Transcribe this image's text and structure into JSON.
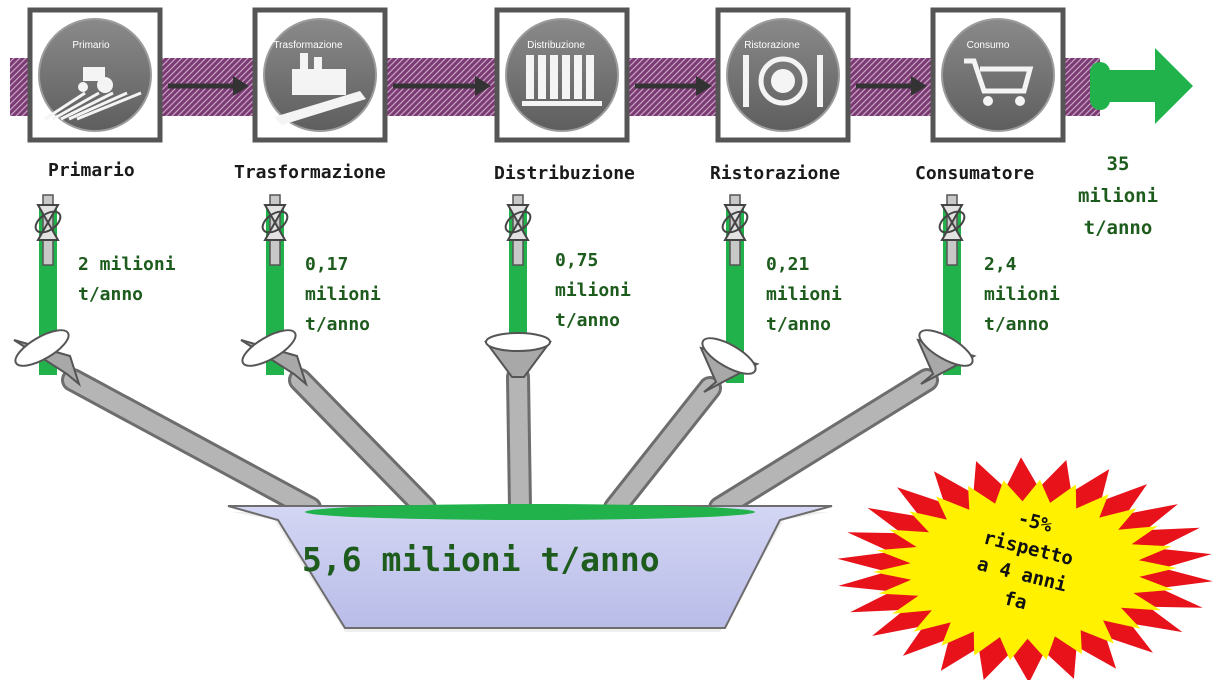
{
  "stages": [
    {
      "label": "Primario",
      "icon_label": "Primario",
      "icon": "tractor-field-icon",
      "flow": [
        "2 milioni",
        "t/anno"
      ]
    },
    {
      "label": "Trasformazione",
      "icon_label": "Trasformazione",
      "icon": "factory-icon",
      "flow": [
        "0,17",
        "milioni",
        "t/anno"
      ]
    },
    {
      "label": "Distribuzione",
      "icon_label": "Distribuzione",
      "icon": "shelves-icon",
      "flow": [
        "0,75",
        "milioni",
        "t/anno"
      ]
    },
    {
      "label": "Ristorazione",
      "icon_label": "Ristorazione",
      "icon": "plate-cutlery-icon",
      "flow": [
        "0,21",
        "milioni",
        "t/anno"
      ]
    },
    {
      "label": "Consumatore",
      "icon_label": "Consumo",
      "icon": "shopping-cart-icon",
      "flow": [
        "2,4",
        "milioni",
        "t/anno"
      ]
    }
  ],
  "output": [
    "35",
    "milioni",
    "t/anno"
  ],
  "total": "5,6 milioni t/anno",
  "burst": [
    "-5%",
    "rispetto",
    "a 4 anni",
    "fa"
  ],
  "colors": {
    "pipe": "#7b3a73",
    "green": "#22b24c",
    "text_green": "#1e5c1e",
    "basin": "#c8cbf0",
    "burst_red": "#e8121b",
    "burst_yellow": "#fff100",
    "funnel": "#9a9a9a"
  }
}
